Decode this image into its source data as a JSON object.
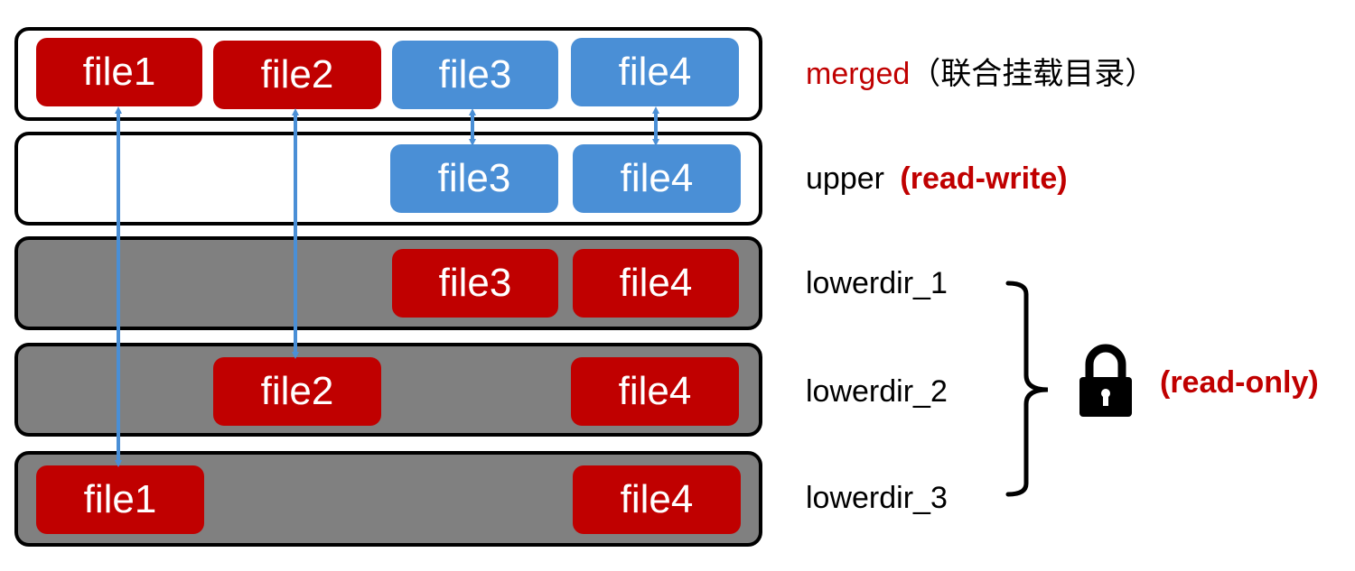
{
  "layers": [
    {
      "id": "merged",
      "style": "white",
      "files": [
        {
          "name": "file1",
          "color": "red"
        },
        {
          "name": "file2",
          "color": "red"
        },
        {
          "name": "file3",
          "color": "blue"
        },
        {
          "name": "file4",
          "color": "blue"
        }
      ]
    },
    {
      "id": "upper",
      "style": "white",
      "files": [
        {
          "name": "file3",
          "color": "blue"
        },
        {
          "name": "file4",
          "color": "blue"
        }
      ]
    },
    {
      "id": "lowerdir_1",
      "style": "gray",
      "files": [
        {
          "name": "file3",
          "color": "red"
        },
        {
          "name": "file4",
          "color": "red"
        }
      ]
    },
    {
      "id": "lowerdir_2",
      "style": "gray",
      "files": [
        {
          "name": "file2",
          "color": "red"
        },
        {
          "name": "file4",
          "color": "red"
        }
      ]
    },
    {
      "id": "lowerdir_3",
      "style": "gray",
      "files": [
        {
          "name": "file1",
          "color": "red"
        },
        {
          "name": "file4",
          "color": "red"
        }
      ]
    }
  ],
  "labels": {
    "merged_name": "merged",
    "merged_note": "（联合挂载目录）",
    "upper_name": "upper",
    "upper_mode": "(read-write)",
    "lower1": "lowerdir_1",
    "lower2": "lowerdir_2",
    "lower3": "lowerdir_3",
    "lower_mode": "(read-only)"
  },
  "icons": {
    "lock": "lock-icon"
  },
  "colors": {
    "red": "#c00000",
    "blue": "#4a8fd6",
    "gray": "#808080",
    "arrow": "#4a8fd6"
  }
}
